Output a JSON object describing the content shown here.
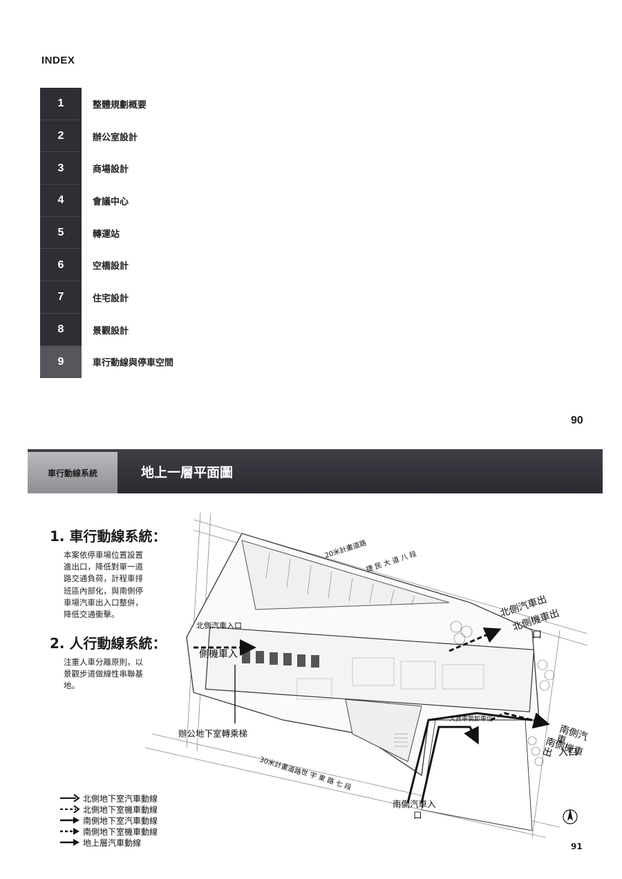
{
  "index": {
    "title": "INDEX",
    "items": [
      {
        "num": "1",
        "label": "整體規劃概要"
      },
      {
        "num": "2",
        "label": "辦公室設計"
      },
      {
        "num": "3",
        "label": "商場設計"
      },
      {
        "num": "4",
        "label": "會議中心"
      },
      {
        "num": "5",
        "label": "轉運站"
      },
      {
        "num": "6",
        "label": "空橋設計"
      },
      {
        "num": "7",
        "label": "住宅設計"
      },
      {
        "num": "8",
        "label": "景觀設計"
      },
      {
        "num": "9",
        "label": "車行動線與停車空間"
      }
    ],
    "active_item": "9",
    "page_number": "90"
  },
  "sheet": {
    "tab_label": "車行動線系統",
    "title": "地上一層平面圖",
    "section1": {
      "heading": "1. 車行動線系統：",
      "body": "本案依停車場位置設置\n進出口，降低對單一道\n路交通負荷，計程車排\n班區內部化，與南側停\n車場汽車出入口整併，\n降低交通衝擊。"
    },
    "section2": {
      "heading": "2. 人行動線系統：",
      "body": "注重人車分離原則，以\n景觀步道做線性串聯基\n地。"
    },
    "plan_labels": {
      "road_north": "20米計畫道路",
      "road_north_name": "捷 民 大 道 八 段",
      "road_south": "30米計畫道路",
      "road_south_name": "世 宇 東 路 七 段",
      "north_car_exit": "北側汽車出",
      "north_moto_exit_1": "北側機車出",
      "north_moto_exit_2": "口",
      "north_car_entry": "北側汽車入口",
      "north_moto_entry": "側機車入",
      "office_transfer": "辦公地下室轉乘梯",
      "south_car_1": "南側汽車",
      "south_moto_1": "南側機車出",
      "south_moto_2": "入口",
      "south_car_entry_1": "南側汽車入",
      "south_car_entry_2": "口",
      "loading": "大貨車裝卸車位"
    },
    "legend": [
      {
        "label": "北側地下室汽車動線",
        "style": "solid-open"
      },
      {
        "label": "北側地下室機車動線",
        "style": "dashed-open"
      },
      {
        "label": "南側地下室汽車動線",
        "style": "solid-filled"
      },
      {
        "label": "南側地下室機車動線",
        "style": "dashed-filled"
      },
      {
        "label": "地上層汽車動線",
        "style": "solid-filled"
      }
    ],
    "page_number": "91"
  }
}
